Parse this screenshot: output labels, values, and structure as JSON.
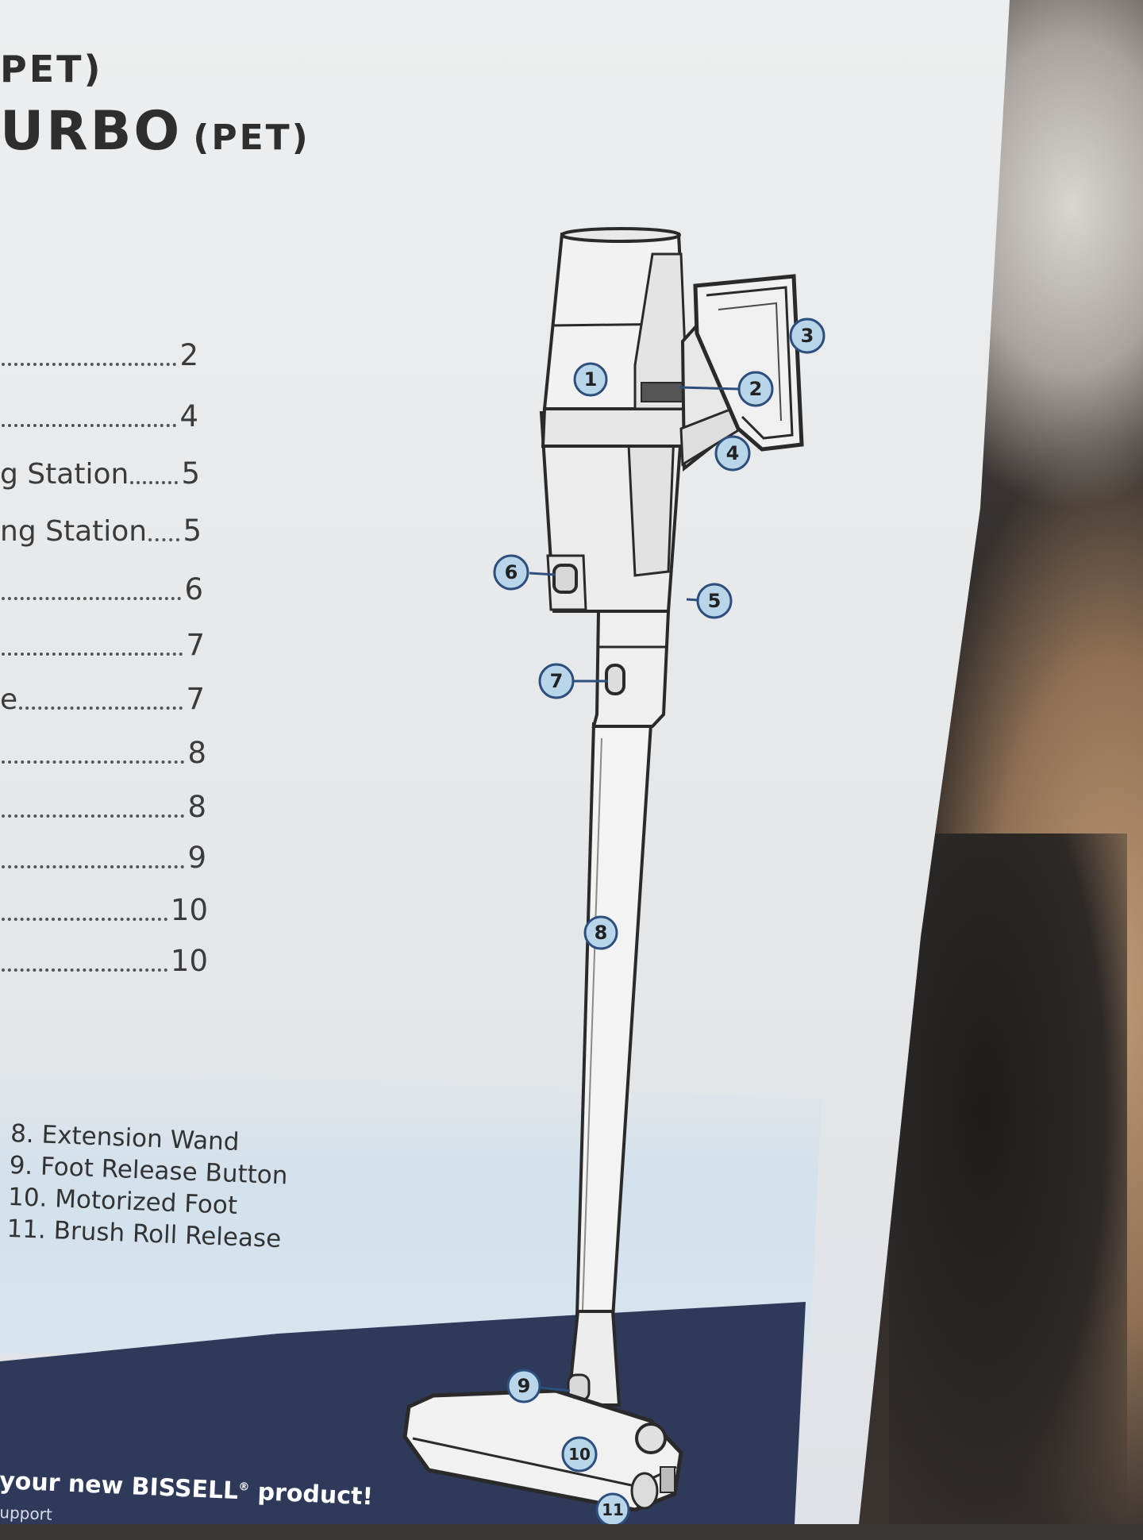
{
  "heading": {
    "line1": "PET)",
    "line2_main": "URBO",
    "line2_sub": "(PET)"
  },
  "toc": [
    {
      "label": "",
      "page": "2"
    },
    {
      "label": "",
      "page": "4"
    },
    {
      "label": "g Station",
      "page": "5"
    },
    {
      "label": "ng Station",
      "page": "5"
    },
    {
      "label": "",
      "page": "6"
    },
    {
      "label": "",
      "page": "7"
    },
    {
      "label": "e",
      "page": "7"
    },
    {
      "label": "",
      "page": "8"
    },
    {
      "label": "",
      "page": "8"
    },
    {
      "label": "",
      "page": "9"
    },
    {
      "label": "",
      "page": "10"
    },
    {
      "label": "",
      "page": "10"
    }
  ],
  "parts": [
    "8. Extension Wand",
    "9. Foot Release Button",
    "10. Motorized Foot",
    "11. Brush Roll Release"
  ],
  "callouts": [
    "1",
    "2",
    "3",
    "4",
    "5",
    "6",
    "7",
    "8",
    "9",
    "10",
    "11"
  ],
  "footer": {
    "thanks_prefix": "your new BISSELL",
    "thanks_mark": "®",
    "thanks_suffix": " product!",
    "subline": "upport"
  },
  "colors": {
    "paper": "#e6e8ea",
    "band_dark": "#2f3a5b",
    "callout_fill": "#b9d5ea",
    "callout_stroke": "#2d4f7d"
  }
}
